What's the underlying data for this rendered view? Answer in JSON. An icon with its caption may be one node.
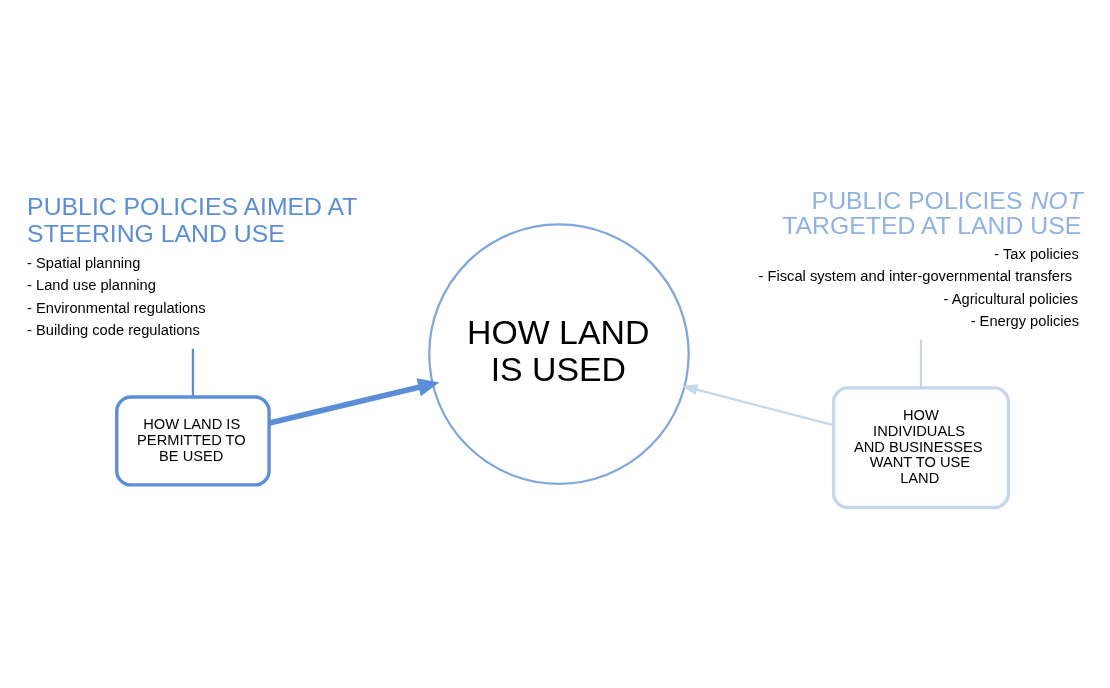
{
  "diagram": {
    "nodes": [
      {
        "text": [
          "PUBLIC POLICIES AIMED AT STEERING LAND USE",
          "- Spatial planning",
          "- Land use planning",
          "- Environmental regulations",
          "- Building code regulations"
        ]
      },
      {
        "text": [
          "PUBLIC POLICIES *NOT* TARGETED AT LAND USE",
          "- Tax policies",
          "- Fiscal system and inter-governmental transfers",
          "- Agricultural policies",
          "- Energy policies"
        ]
      },
      {
        "text": [
          "HOW LAND IS PERMITTED TO BE USED"
        ]
      },
      {
        "text": [
          "HOW LAND IS USED"
        ]
      },
      {
        "text": [
          "HOW INDIVIDUALS AND BUSINESSES WANT TO USE LAND"
        ]
      }
    ],
    "edges": [
      {
        "from": 0,
        "to": 2,
        "arrow": "none",
        "color": "#5b8ed6"
      },
      {
        "from": 2,
        "to": 3,
        "arrow": "to",
        "style": "thick",
        "color": "#5b8ed6"
      },
      {
        "from": 1,
        "to": 4,
        "arrow": "none",
        "color": "#c5d7ee"
      },
      {
        "from": 4,
        "to": 3,
        "arrow": "to",
        "color": "#c5d7ee"
      }
    ]
  }
}
